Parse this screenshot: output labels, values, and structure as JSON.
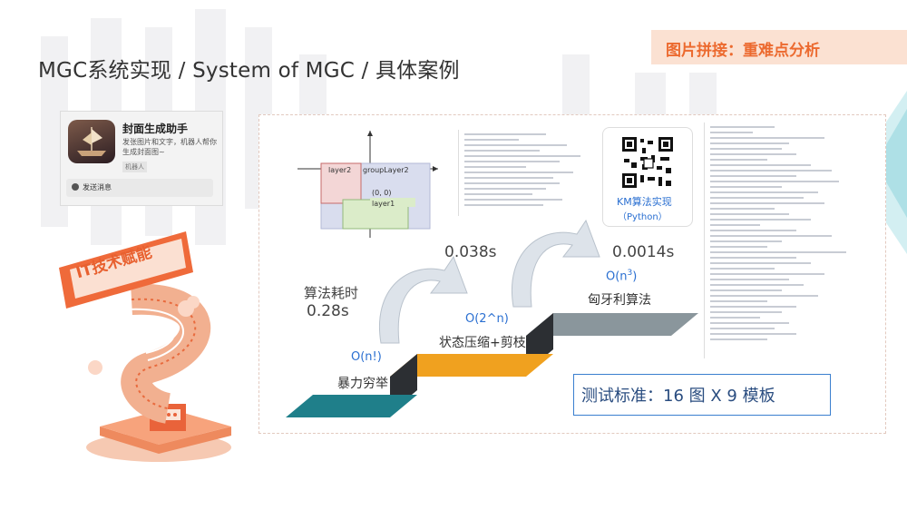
{
  "slide": {
    "title": "MGC系统实现 / System of MGC / 具体案例",
    "tag": "图片拼接：重难点分析"
  },
  "app_card": {
    "name": "封面生成助手",
    "desc": "发张图片和文字，机器人帮你生成封面图~",
    "badge": "机器人",
    "button": "发送消息"
  },
  "sign": {
    "text": "IT技术赋能"
  },
  "diagram": {
    "layer2": "layer2",
    "group_layer2": "groupLayer2",
    "origin": "(0, 0)",
    "layer1": "layer1"
  },
  "qr": {
    "caption": "KM算法实现",
    "subcaption": "（Python）"
  },
  "steps": [
    {
      "complexity": "O(n!)",
      "name": "暴力穷举"
    },
    {
      "complexity": "O(2^n)",
      "name": "状态压缩+剪枝"
    },
    {
      "complexity": "O(n",
      "sup": "3",
      "close": ")",
      "name": "匈牙利算法"
    }
  ],
  "timings": {
    "label": "算法耗时",
    "t1": "0.28s",
    "t2": "0.038s",
    "t3": "0.0014s"
  },
  "benchmark": "测试标准：16 图 X 9 模板",
  "colors": {
    "accent": "#ec6a2f",
    "step1": "#1f7f8a",
    "step2": "#f0a11f",
    "step3": "#8a969c",
    "blue": "#2a6fd1"
  }
}
